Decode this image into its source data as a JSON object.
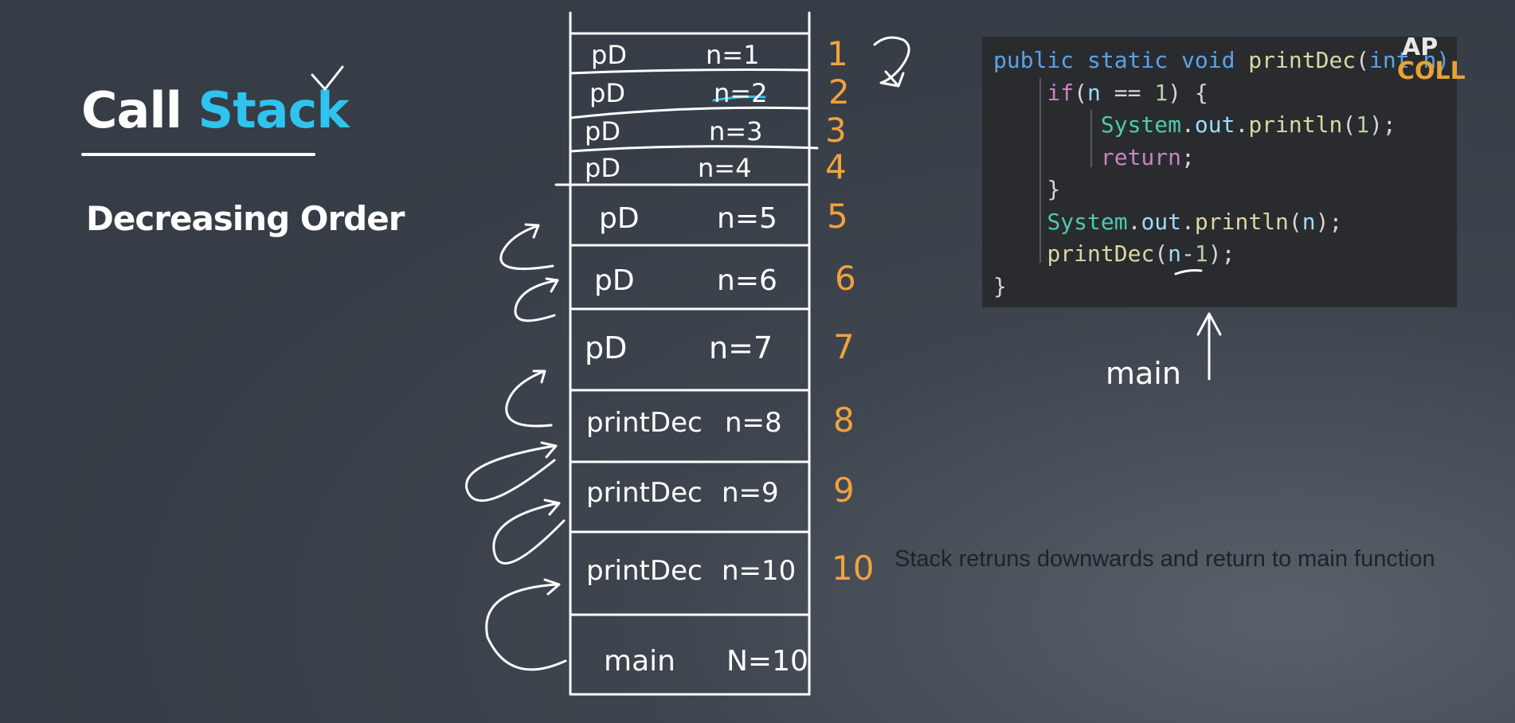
{
  "heading": {
    "title_part1": "Call",
    "title_part2": "Stack",
    "subtitle": "Decreasing Order",
    "accent_color": "#2ec4ef"
  },
  "stack_frames": [
    {
      "name": "pD",
      "value": "n=1",
      "index": "1"
    },
    {
      "name": "pD",
      "value": "n=2",
      "index": "2"
    },
    {
      "name": "pD",
      "value": "n=3",
      "index": "3"
    },
    {
      "name": "pD",
      "value": "n=4",
      "index": "4"
    },
    {
      "name": "pD",
      "value": "n=5",
      "index": "5"
    },
    {
      "name": "pD",
      "value": "n=6",
      "index": "6"
    },
    {
      "name": "pD",
      "value": "n=7",
      "index": "7"
    },
    {
      "name": "printDec",
      "value": "n=8",
      "index": "8"
    },
    {
      "name": "printDec",
      "value": "n=9",
      "index": "9"
    },
    {
      "name": "printDec",
      "value": "n=10",
      "index": "10"
    },
    {
      "name": "main",
      "value": "N=10",
      "index": ""
    }
  ],
  "code": {
    "line1_a": "public static void",
    "line1_b": "printDec",
    "line1_c": "(",
    "line1_d": "int n)",
    "line2_a": "if",
    "line2_b": "(",
    "line2_c": "n",
    "line2_d": " == ",
    "line2_e": "1",
    "line2_f": ") {",
    "line3_a": "System",
    "line3_b": ".",
    "line3_c": "out",
    "line3_d": ".",
    "line3_e": "println",
    "line3_f": "(",
    "line3_g": "1",
    "line3_h": ");",
    "line4_a": "return",
    "line4_b": ";",
    "line5": "}",
    "line6_a": "System",
    "line6_b": ".",
    "line6_c": "out",
    "line6_d": ".",
    "line6_e": "println",
    "line6_f": "(",
    "line6_g": "n",
    "line6_h": ");",
    "line7_a": "printDec",
    "line7_b": "(",
    "line7_c": "n",
    "line7_d": "-",
    "line7_e": "1",
    "line7_f": ");",
    "line8": "}"
  },
  "main_label": "main",
  "logo": {
    "top": "AP",
    "bottom": "COLL"
  },
  "note": "Stack retruns downwards and return to main function",
  "colors": {
    "index_numbers": "#f0a23e",
    "chalk": "#ffffff",
    "code_bg": "#2a2b2f"
  }
}
